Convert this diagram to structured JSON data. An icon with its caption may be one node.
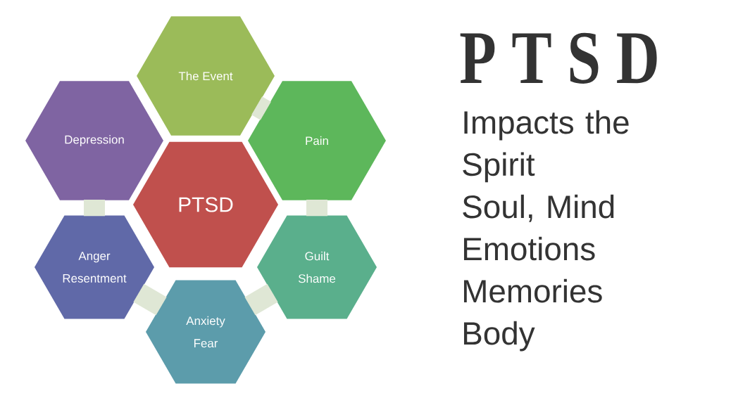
{
  "diagram": {
    "title": "P T S D",
    "nodes": [
      {
        "text": [
          "PTSD"
        ]
      },
      {
        "text": [
          "The Event"
        ]
      },
      {
        "text": [
          "Pain"
        ]
      },
      {
        "text": [
          "Guilt Shame"
        ]
      },
      {
        "text": [
          "Anxiety Fear"
        ]
      },
      {
        "text": [
          "Anger Resentment"
        ]
      },
      {
        "text": [
          "Depression"
        ]
      }
    ],
    "edges": [
      {
        "from": 1,
        "to": 2,
        "arrow": "none"
      },
      {
        "from": 2,
        "to": 3,
        "arrow": "none"
      },
      {
        "from": 3,
        "to": 4,
        "arrow": "none"
      },
      {
        "from": 4,
        "to": 5,
        "arrow": "none"
      },
      {
        "from": 5,
        "to": 6,
        "arrow": "none"
      }
    ],
    "labels": [
      "Impacts the Spirit",
      "Soul, Mind",
      "Emotions",
      "Memories",
      "Body"
    ]
  }
}
